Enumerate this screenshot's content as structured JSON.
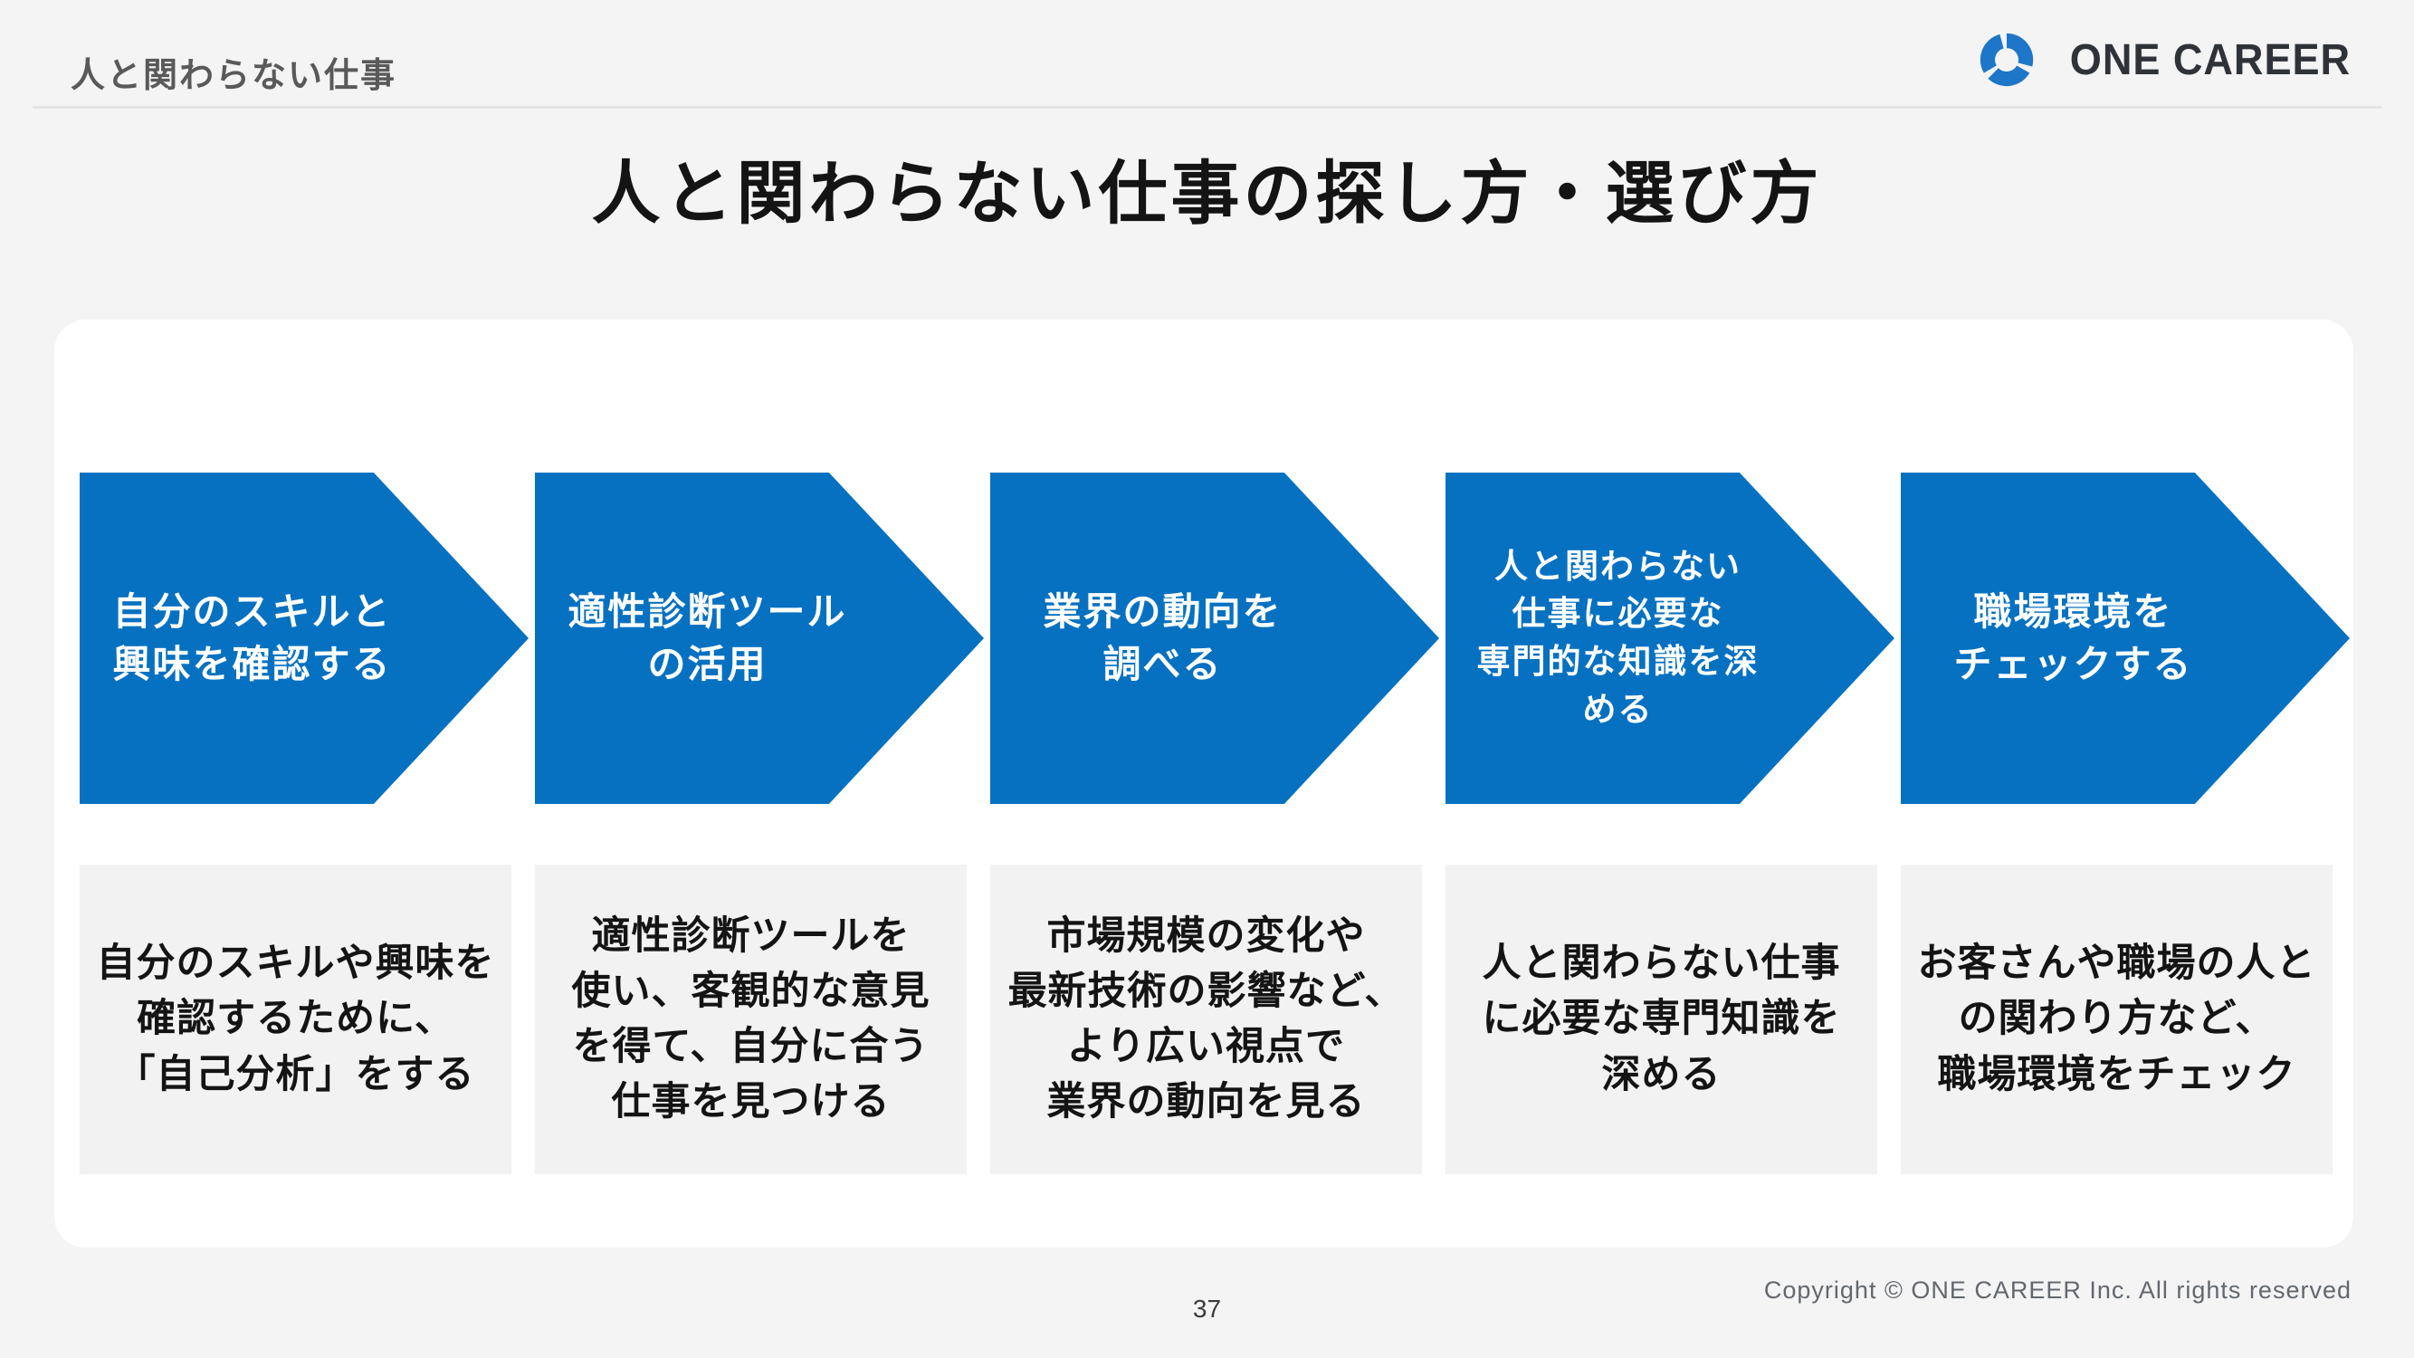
{
  "header": {
    "label": "人と関わらない仕事"
  },
  "logo": {
    "name": "ONE CAREER"
  },
  "title": "人と関わらない仕事の探し方・選び方",
  "steps": [
    {
      "arrow_label": "自分のスキルと\n興味を確認する",
      "description": "自分のスキルや興味を\n確認するために、\n「自己分析」をする"
    },
    {
      "arrow_label": "適性診断ツール\nの活用",
      "description": "適性診断ツールを\n使い、客観的な意見\nを得て、自分に合う\n仕事を見つける"
    },
    {
      "arrow_label": "業界の動向を\n調べる",
      "description": "市場規模の変化や\n最新技術の影響など、\nより広い視点で\n業界の動向を見る"
    },
    {
      "arrow_label": "人と関わらない\n仕事に必要な\n専門的な知識を深\nめる",
      "description": "人と関わらない仕事\nに必要な専門知識を\n深める"
    },
    {
      "arrow_label": "職場環境を\nチェックする",
      "description": "お客さんや職場の人と\nの関わり方など、\n職場環境をチェック"
    }
  ],
  "footer": {
    "copyright": "Copyright © ONE CAREER Inc. All rights reserved",
    "page_number": "37"
  },
  "colors": {
    "step_blue": "#0771C1",
    "logo_blue": "#1E76C8",
    "page_bg": "#F4F4F5",
    "card_bg": "#FFFFFF",
    "box_bg": "#F2F2F2"
  }
}
